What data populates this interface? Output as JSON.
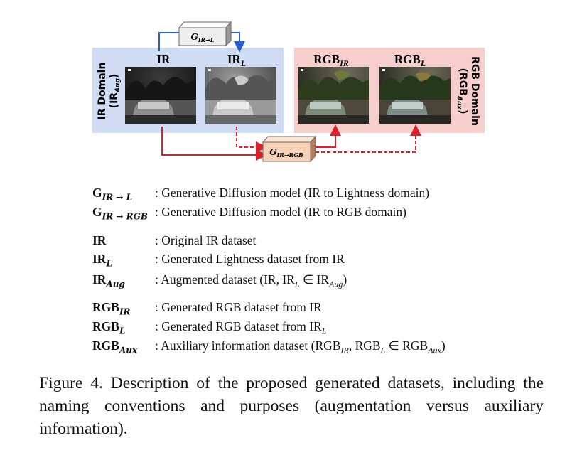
{
  "diagram": {
    "ir_domain_label": "IR Domain",
    "ir_domain_sub": "(IR",
    "ir_domain_sub_sub": "Aug",
    "ir_domain_sub_close": ")",
    "rgb_domain_label": "RGB Domain",
    "rgb_domain_sub": "(RGB",
    "rgb_domain_sub_sub": "Aux",
    "rgb_domain_sub_close": ")",
    "img_ir_label": "IR",
    "img_irl_label": "IR",
    "img_irl_sub": "L",
    "img_rgbir_label": "RGB",
    "img_rgbir_sub": "IR",
    "img_rgbl_label": "RGB",
    "img_rgbl_sub": "L",
    "gen_l": {
      "main": "G",
      "sub": "IR→L"
    },
    "gen_rgb": {
      "main": "G",
      "sub": "IR→RGB"
    },
    "colors": {
      "ir_domain_bg": "#cfdcf3",
      "rgb_domain_bg": "#f6cfcc",
      "arrow_blue": "#2c5fc8",
      "arrow_red": "#d6222a",
      "gen_box_front_l": "#eeeeee",
      "gen_box_front_rgb": "#f7d2b8"
    }
  },
  "legend": [
    {
      "term": "G",
      "term_sub": "IR → L",
      "desc": ": Generative Diffusion model (IR to Lightness domain)"
    },
    {
      "term": "G",
      "term_sub": "IR → RGB",
      "desc": ": Generative Diffusion model (IR to RGB domain)"
    },
    {
      "term": "IR",
      "term_sub": "",
      "desc": ": Original IR dataset"
    },
    {
      "term": "IR",
      "term_sub": "L",
      "desc": ": Generated Lightness dataset from IR"
    },
    {
      "term": "IR",
      "term_sub": "Aug",
      "desc": ": Augmented dataset (IR, IR",
      "desc_sub": "L",
      "desc_mid": " ∈ IR",
      "desc_sub2": "Aug",
      "desc_end": ")"
    },
    {
      "term": "RGB",
      "term_sub": "IR",
      "desc": ": Generated RGB dataset from IR"
    },
    {
      "term": "RGB",
      "term_sub": "L",
      "desc": ": Generated RGB dataset from IR",
      "desc_sub": "L"
    },
    {
      "term": "RGB",
      "term_sub": "Aux",
      "desc": ": Auxiliary information dataset (RGB",
      "desc_sub": "IR",
      "desc_mid": ", RGB",
      "desc_sub2": "L",
      "desc_mid2": " ∈ RGB",
      "desc_sub3": "Aux",
      "desc_end": ")"
    }
  ],
  "caption": "Figure 4. Description of the proposed generated datasets, including the naming conventions and purposes (augmentation versus auxiliary information)."
}
